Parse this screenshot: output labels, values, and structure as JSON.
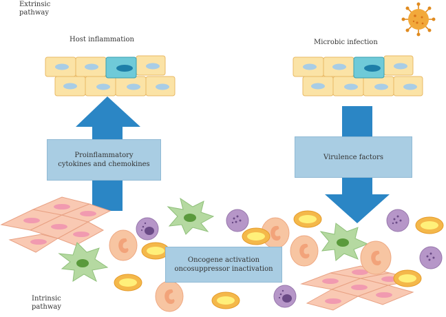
{
  "labels": {
    "extrinsic_line1": "Extrinsic",
    "extrinsic_line2": "pathway",
    "intrinsic_line1": "Intrinsic",
    "intrinsic_line2": "pathway",
    "host_inflammation": "Host inflammation",
    "microbic_infection": "Microbic infection"
  },
  "boxes": {
    "proinflammatory_line1": "Proinflammatory",
    "proinflammatory_line2": "cytokines and chemokines",
    "virulence": "Virulence factors",
    "oncogene_line1": "Oncogene activation",
    "oncogene_line2": "oncosuppressor inactivation"
  },
  "colors": {
    "arrow": "#2b86c5",
    "box": "#a9cde3",
    "epithelial": "#fbe3a6",
    "epithelial_nucleus": "#a8cde6",
    "highlight_cell": "#6fcad8",
    "macrophage": "#b5d9a1",
    "macrophage_nucleus": "#5a9a3c",
    "lymphocyte": "#b696c8",
    "neutrophil": "#f7c5a2",
    "rbc": "#f4b84a",
    "tissue": "#f9c9b3",
    "virus": "#f2a93b"
  }
}
